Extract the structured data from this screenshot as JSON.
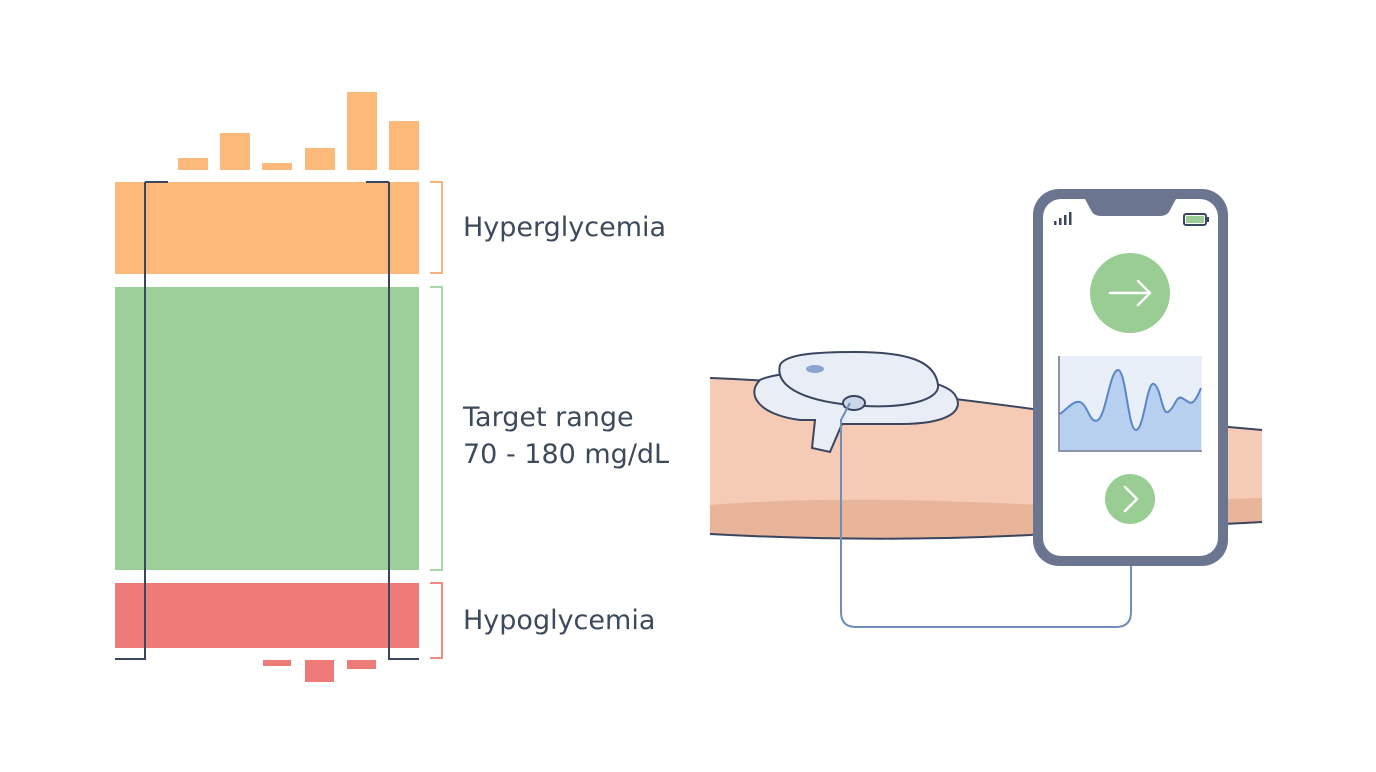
{
  "zones": {
    "hyper": {
      "label": "Hyperglycemia",
      "color": "#fdb97a"
    },
    "target": {
      "label_line1": "Target range",
      "label_line2": "70 - 180 mg/dL",
      "color": "#9ccf9a"
    },
    "hypo": {
      "label": "Hypoglycemia",
      "color": "#ef7b78"
    }
  },
  "high_excursions": [
    12,
    37,
    7,
    22,
    78,
    49
  ],
  "low_excursions": [
    6,
    22,
    9
  ],
  "colors": {
    "outline": "#3a4660",
    "bracket_hyper": "#f5b27a",
    "bracket_target": "#a8d6a5",
    "bracket_hypo": "#f08b86",
    "skin": "#f5cbb5",
    "skin_shadow": "#e8b49a",
    "sensor": "#e9eef6",
    "phone_frame": "#6c7590",
    "screen_green": "#9acd94",
    "graph_fill": "#b8d0ef",
    "graph_line": "#5a86c8",
    "wire": "#6f8fb8"
  },
  "icons": {
    "top_action": "arrow-right-icon",
    "bottom_action": "chevron-right-icon",
    "signal": "signal-icon",
    "battery": "battery-icon"
  }
}
